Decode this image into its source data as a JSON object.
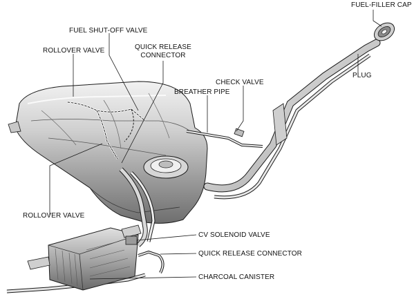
{
  "labels": {
    "fuel_filler_cap": "FUEL-FILLER CAP",
    "plug": "PLUG",
    "fuel_shutoff_valve": "FUEL SHUT-OFF VALVE",
    "quick_release_connector_top_line1": "QUICK RELEASE",
    "quick_release_connector_top_line2": "CONNECTOR",
    "rollover_valve_top": "ROLLOVER VALVE",
    "check_valve": "CHECK VALVE",
    "breather_pipe": "BREATHER PIPE",
    "rollover_valve_bottom": "ROLLOVER VALVE",
    "cv_solenoid_valve": "CV SOLENOID VALVE",
    "quick_release_connector_bottom": "QUICK RELEASE CONNECTOR",
    "charcoal_canister": "CHARCOAL CANISTER"
  },
  "colors": {
    "line": "#1a1a1a",
    "metal_light": "#e6e6e6",
    "metal_mid": "#b9b9b9",
    "metal_dark": "#7d7d7d",
    "highlight": "#ffffff"
  }
}
